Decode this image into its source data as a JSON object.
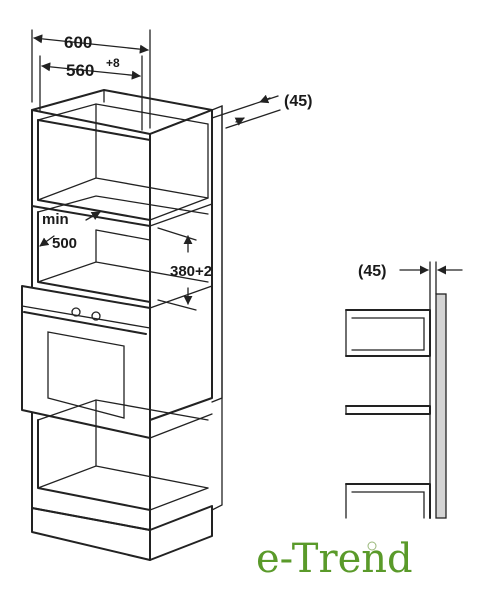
{
  "dimensions": {
    "width_outer": "600",
    "width_inner": "560",
    "width_inner_tolerance": "+8",
    "depth_gap_top": "(45)",
    "depth_gap_side": "(45)",
    "min_label": "min",
    "min_value": "500",
    "niche_height": "380+2"
  },
  "logo": {
    "text": "e-Trend",
    "color": "#5a9a2a"
  },
  "colors": {
    "line": "#222222",
    "panel_gray": "#d4d4d4"
  }
}
